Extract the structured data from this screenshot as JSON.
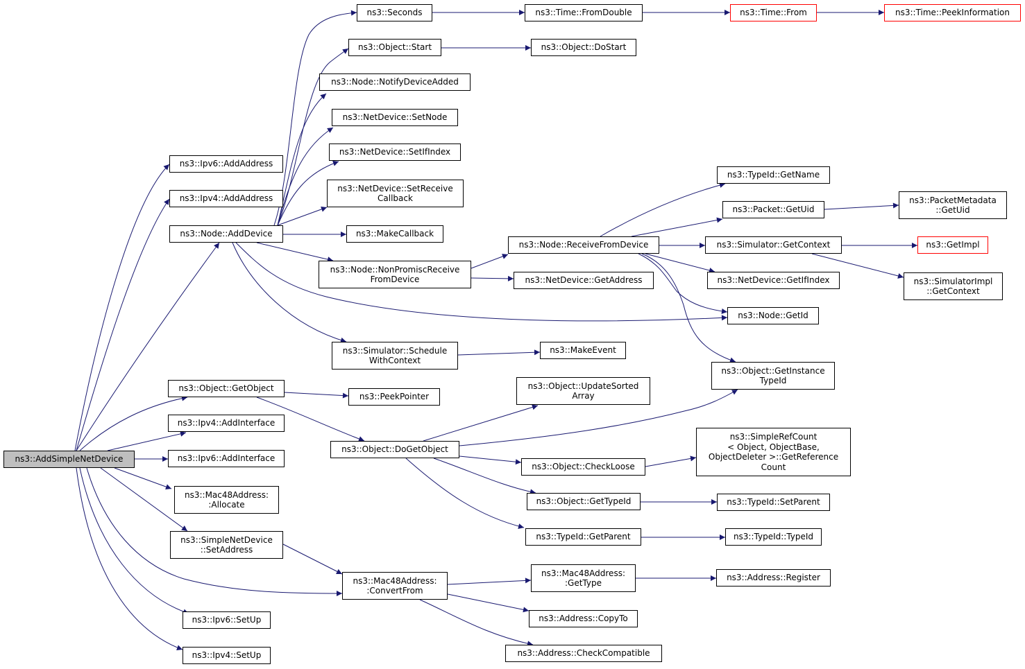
{
  "colors": {
    "edge": "#191970",
    "border": "#000000",
    "truncated_border": "#ff0000",
    "root_fill": "#bfbfbf",
    "node_fill": "#ffffff"
  },
  "nodes": {
    "root": {
      "lines": [
        "ns3::AddSimpleNetDevice"
      ]
    },
    "ipv6_addaddress": {
      "lines": [
        "ns3::Ipv6::AddAddress"
      ]
    },
    "ipv4_addaddress": {
      "lines": [
        "ns3::Ipv4::AddAddress"
      ]
    },
    "node_adddevice": {
      "lines": [
        "ns3::Node::AddDevice"
      ]
    },
    "object_getobject": {
      "lines": [
        "ns3::Object::GetObject"
      ]
    },
    "ipv4_addinterface": {
      "lines": [
        "ns3::Ipv4::AddInterface"
      ]
    },
    "ipv6_addinterface": {
      "lines": [
        "ns3::Ipv6::AddInterface"
      ]
    },
    "mac48_allocate": {
      "lines": [
        "ns3::Mac48Address:",
        ":Allocate"
      ]
    },
    "simplenetdevice_setaddress": {
      "lines": [
        "ns3::SimpleNetDevice",
        "::SetAddress"
      ]
    },
    "ipv6_setup": {
      "lines": [
        "ns3::Ipv6::SetUp"
      ]
    },
    "ipv4_setup": {
      "lines": [
        "ns3::Ipv4::SetUp"
      ]
    },
    "seconds": {
      "lines": [
        "ns3::Seconds"
      ]
    },
    "object_start": {
      "lines": [
        "ns3::Object::Start"
      ]
    },
    "node_notifydeviceadded": {
      "lines": [
        "ns3::Node::NotifyDeviceAdded"
      ]
    },
    "netdevice_setnode": {
      "lines": [
        "ns3::NetDevice::SetNode"
      ]
    },
    "netdevice_setifindex": {
      "lines": [
        "ns3::NetDevice::SetIfIndex"
      ]
    },
    "netdevice_setreceivecallback": {
      "lines": [
        "ns3::NetDevice::SetReceive",
        "Callback"
      ]
    },
    "makecallback": {
      "lines": [
        "ns3::MakeCallback"
      ]
    },
    "node_nonpromisc": {
      "lines": [
        "ns3::Node::NonPromiscReceive",
        "FromDevice"
      ]
    },
    "simulator_schedulewithcontext": {
      "lines": [
        "ns3::Simulator::Schedule",
        "WithContext"
      ]
    },
    "peekpointer": {
      "lines": [
        "ns3::PeekPointer"
      ]
    },
    "object_dogetobject": {
      "lines": [
        "ns3::Object::DoGetObject"
      ]
    },
    "mac48_convertfrom": {
      "lines": [
        "ns3::Mac48Address:",
        ":ConvertFrom"
      ]
    },
    "time_fromdouble": {
      "lines": [
        "ns3::Time::FromDouble"
      ]
    },
    "object_dostart": {
      "lines": [
        "ns3::Object::DoStart"
      ]
    },
    "node_receivefromdevice": {
      "lines": [
        "ns3::Node::ReceiveFromDevice"
      ]
    },
    "netdevice_getaddress": {
      "lines": [
        "ns3::NetDevice::GetAddress"
      ]
    },
    "makeevent": {
      "lines": [
        "ns3::MakeEvent"
      ]
    },
    "object_updatesortedarray": {
      "lines": [
        "ns3::Object::UpdateSorted",
        "Array"
      ]
    },
    "object_checkloose": {
      "lines": [
        "ns3::Object::CheckLoose"
      ]
    },
    "object_gettypeid": {
      "lines": [
        "ns3::Object::GetTypeId"
      ]
    },
    "typeid_getparent": {
      "lines": [
        "ns3::TypeId::GetParent"
      ]
    },
    "mac48_gettype": {
      "lines": [
        "ns3::Mac48Address:",
        ":GetType"
      ]
    },
    "address_copyto": {
      "lines": [
        "ns3::Address::CopyTo"
      ]
    },
    "address_checkcompatible": {
      "lines": [
        "ns3::Address::CheckCompatible"
      ]
    },
    "time_from": {
      "lines": [
        "ns3::Time::From"
      ]
    },
    "time_peekinformation": {
      "lines": [
        "ns3::Time::PeekInformation"
      ]
    },
    "typeid_getname": {
      "lines": [
        "ns3::TypeId::GetName"
      ]
    },
    "packet_getuid": {
      "lines": [
        "ns3::Packet::GetUid"
      ]
    },
    "packetmetadata_getuid": {
      "lines": [
        "ns3::PacketMetadata",
        "::GetUid"
      ]
    },
    "simulator_getcontext": {
      "lines": [
        "ns3::Simulator::GetContext"
      ]
    },
    "getimpl": {
      "lines": [
        "ns3::GetImpl"
      ]
    },
    "netdevice_getifindex": {
      "lines": [
        "ns3::NetDevice::GetIfIndex"
      ]
    },
    "simulatorimpl_getcontext": {
      "lines": [
        "ns3::SimulatorImpl",
        "::GetContext"
      ]
    },
    "node_getid": {
      "lines": [
        "ns3::Node::GetId"
      ]
    },
    "object_getinstancetypeid": {
      "lines": [
        "ns3::Object::GetInstance",
        "TypeId"
      ]
    },
    "simplerefcount_getreferencecount": {
      "lines": [
        "ns3::SimpleRefCount",
        "< Object, ObjectBase,",
        "ObjectDeleter >::GetReference",
        "Count"
      ]
    },
    "typeid_setparent": {
      "lines": [
        "ns3::TypeId::SetParent"
      ]
    },
    "typeid_typeid": {
      "lines": [
        "ns3::TypeId::TypeId"
      ]
    },
    "address_register": {
      "lines": [
        "ns3::Address::Register"
      ]
    }
  }
}
